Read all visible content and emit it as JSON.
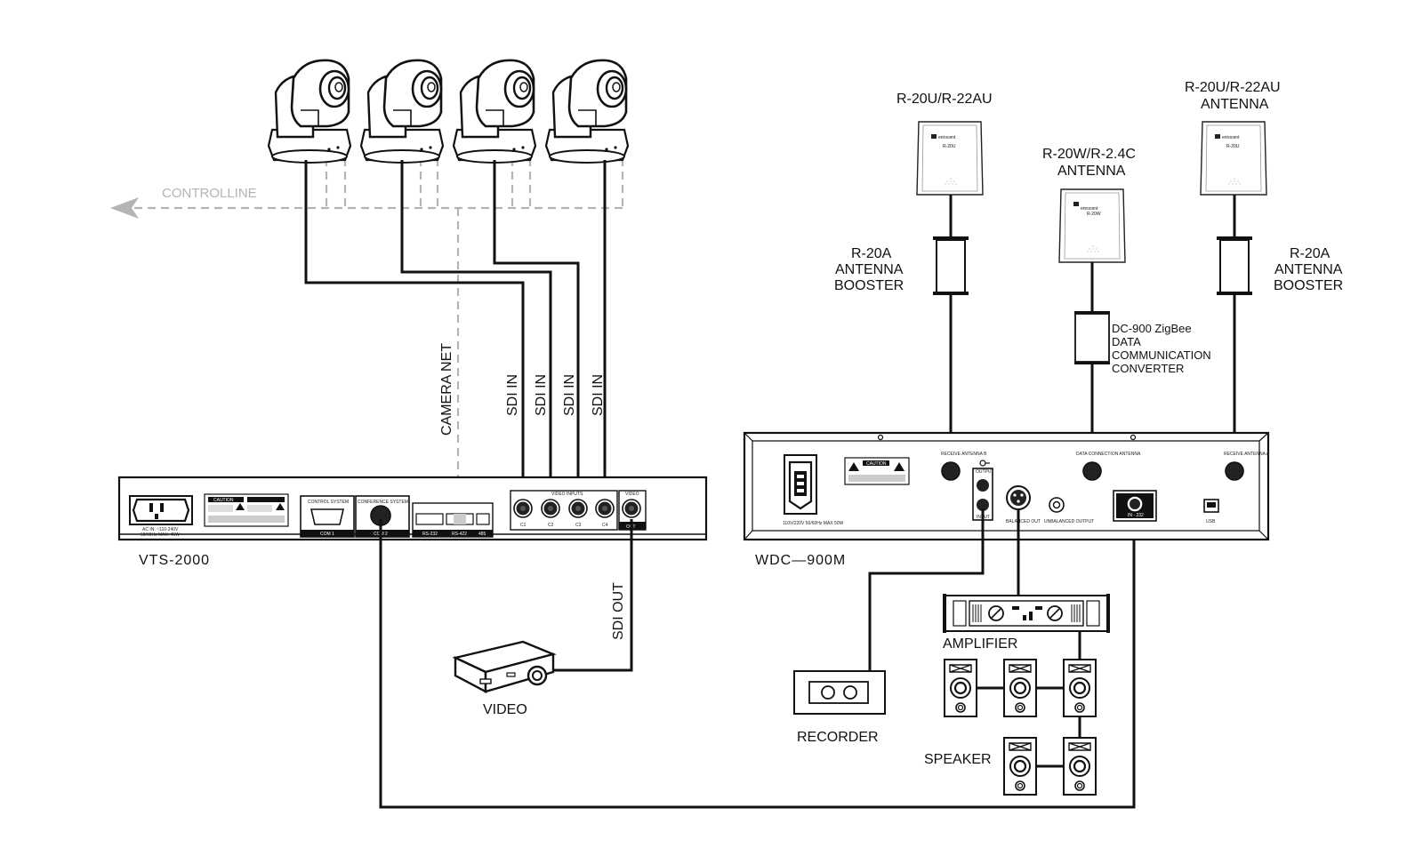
{
  "labels": {
    "controlline": "CONTROLLINE",
    "camera_net": "CAMERA NET",
    "sdi_in": "SDI IN",
    "sdi_out": "SDI OUT",
    "vts": "VTS-2000",
    "wdc": "WDC—900M",
    "video": "VIDEO",
    "recorder": "RECORDER",
    "amplifier": "AMPLIFIER",
    "speaker": "SPEAKER"
  },
  "antennas": {
    "left_title": "R-20U/R-22AU",
    "mid_title_1": "R-20W/R-2.4C",
    "mid_title_2": "ANTENNA",
    "right_title_1": "R-20U/R-22AU",
    "right_title_2": "ANTENNA",
    "left_model": "R-20U",
    "mid_model": "R-20W",
    "right_model": "R-20U",
    "brand": "enrocent"
  },
  "boosters": {
    "line1": "R-20A",
    "line2": "ANTENNA",
    "line3": "BOOSTER"
  },
  "converter": {
    "line1": "DC-900 ZigBee",
    "line2": "DATA",
    "line3": "COMMUNICATION",
    "line4": "CONVERTER"
  },
  "vts_panel": {
    "power_text_1": "AC IN: ~110-240V",
    "power_text_2": "50/60Hz MAX: 45W",
    "caution": "CAUTION",
    "control_system": "CONTROL SYSTEM",
    "conference_system": "CONFERENCE SYSTEM",
    "com1": "COM 1",
    "com2": "COM 2",
    "rs232": "RS-232",
    "rs422": "RS-422",
    "num_label": "485",
    "video_inputs": "VIDEO INPUTS",
    "c1": "C1",
    "c2": "C2",
    "c3": "C3",
    "c4": "C4",
    "video": "VIDEO",
    "out": "OUT"
  },
  "wdc_panel": {
    "power_text": "110V/220V 50/60Hz MAX 50W",
    "caution": "CAUTION",
    "receive_a": "RECEIVE ANTENNA B",
    "data_conn": "DATA CONNECTION ANTENNA",
    "receive_b": "RECEIVE ANTENNA A",
    "output": "OUTPUT",
    "input": "INPUT",
    "balanced": "BALANCED OUT",
    "unbalanced": "UNBALANCED OUTPUT",
    "in232": "IN - 232",
    "usb": "USB"
  }
}
